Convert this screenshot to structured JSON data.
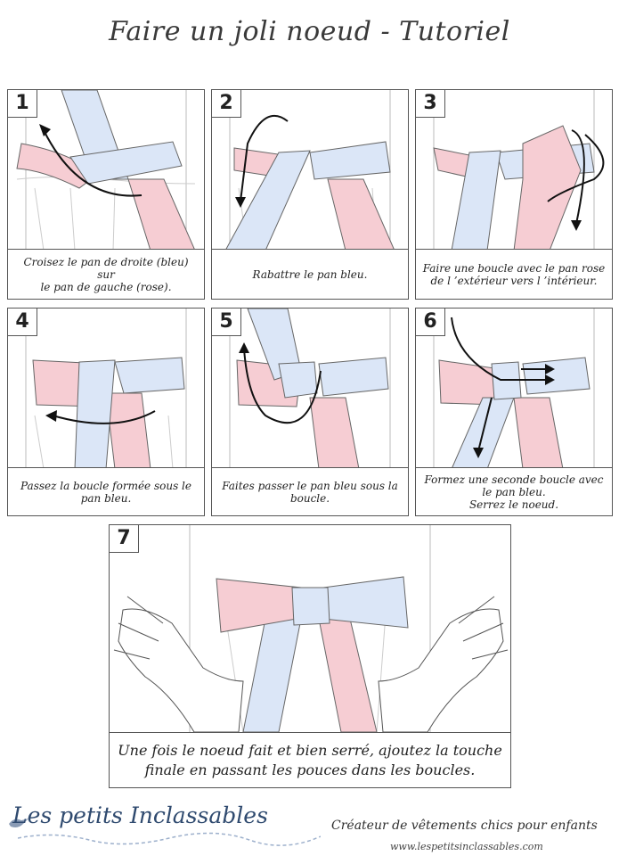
{
  "title": "Faire un joli noeud - Tutoriel",
  "steps": [
    {
      "number": "1",
      "caption": "Croisez le pan de droite (bleu) sur\nle pan de gauche (rose)."
    },
    {
      "number": "2",
      "caption": "Rabattre le pan bleu."
    },
    {
      "number": "3",
      "caption": "Faire une boucle avec le pan rose\nde l ’extérieur vers l ’intérieur."
    },
    {
      "number": "4",
      "caption": "Passez la boucle formée sous le\npan bleu."
    },
    {
      "number": "5",
      "caption": "Faites passer le pan bleu sous la\nboucle."
    },
    {
      "number": "6",
      "caption": "Formez une seconde boucle avec\nle pan bleu.\nSerrez le noeud."
    },
    {
      "number": "7",
      "caption": "Une fois le noeud fait et bien serré, ajoutez la touche\nfinale en passant les pouces dans les boucles."
    }
  ],
  "footer": {
    "brand": "Les petits Inclassables",
    "tagline": "Créateur de vêtements chics pour enfants",
    "url": "www.lespetitsinclassables.com"
  },
  "colors": {
    "blue_ribbon": "#dbe6f7",
    "pink_ribbon": "#f6cdd3",
    "arrow": "#111111",
    "outline": "#555555"
  }
}
